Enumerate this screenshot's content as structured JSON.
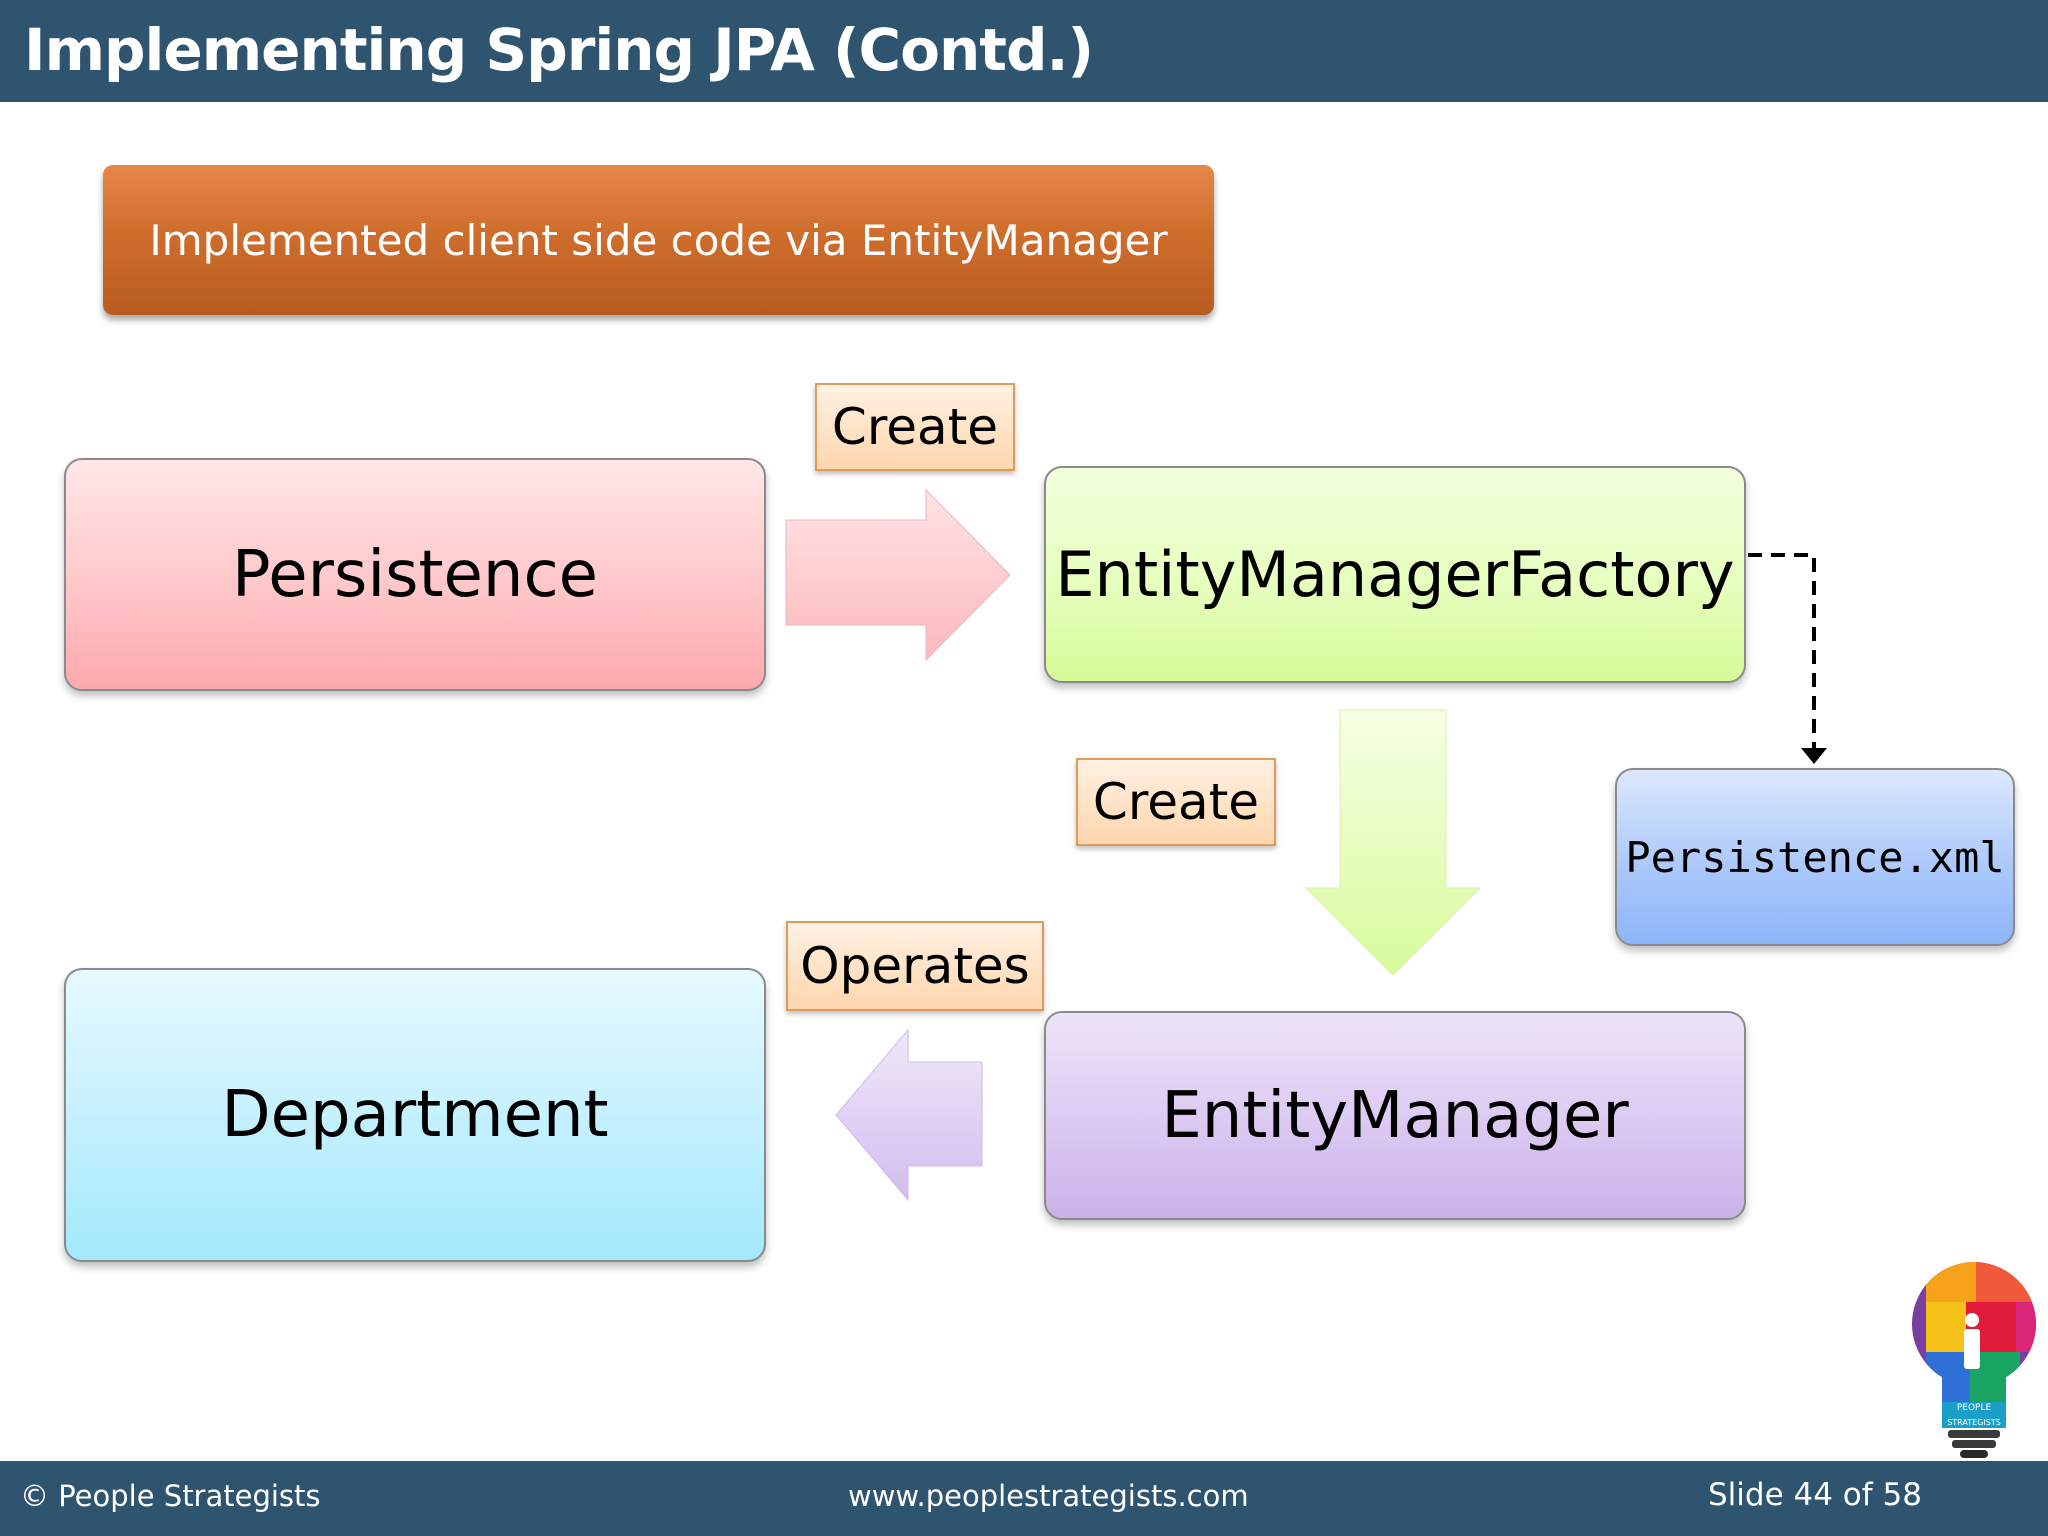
{
  "slide": {
    "title": "Implementing Spring JPA (Contd.)",
    "banner": "Implemented client side code via EntityManager"
  },
  "diagram": {
    "nodes": {
      "persistence": "Persistence",
      "entity_manager_factory": "EntityManagerFactory",
      "persistence_xml": "Persistence.xml",
      "department": "Department",
      "entity_manager": "EntityManager"
    },
    "edge_labels": {
      "persistence_to_factory": "Create",
      "factory_to_manager": "Create",
      "manager_to_department": "Operates"
    }
  },
  "logo": {
    "text_line1": "PEOPLE",
    "text_line2": "STRATEGISTS"
  },
  "footer": {
    "copyright": "© People Strategists",
    "website": "www.peoplestrategists.com",
    "slide_number": "Slide 44 of 58"
  },
  "colors": {
    "header_bar": "#2e5470",
    "banner": "#cf6d2c",
    "persistence": "#fdb9bc",
    "entity_manager_factory": "#e0fdb0",
    "persistence_xml": "#a8c6fb",
    "department": "#b5eefd",
    "entity_manager": "#d6c2ef"
  }
}
